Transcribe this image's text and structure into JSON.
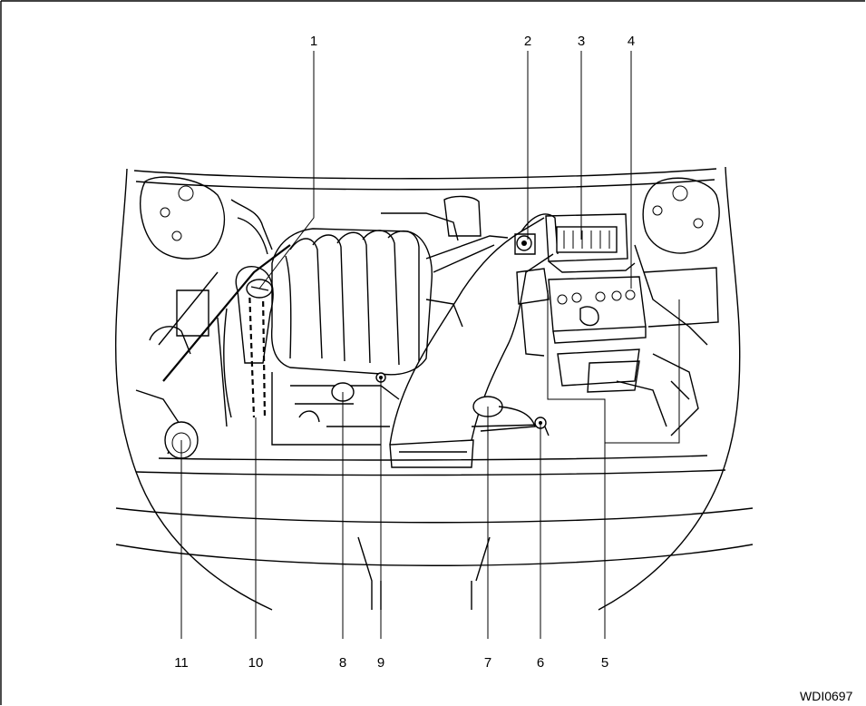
{
  "figure_code": "WDI0697",
  "callouts": [
    {
      "id": "1",
      "label": "1"
    },
    {
      "id": "2",
      "label": "2"
    },
    {
      "id": "3",
      "label": "3"
    },
    {
      "id": "4",
      "label": "4"
    },
    {
      "id": "5",
      "label": "5"
    },
    {
      "id": "6",
      "label": "6"
    },
    {
      "id": "7",
      "label": "7"
    },
    {
      "id": "8",
      "label": "8"
    },
    {
      "id": "9",
      "label": "9"
    },
    {
      "id": "10",
      "label": "10"
    },
    {
      "id": "11",
      "label": "11"
    }
  ],
  "colors": {
    "ink": "#000000",
    "paper": "#ffffff"
  }
}
